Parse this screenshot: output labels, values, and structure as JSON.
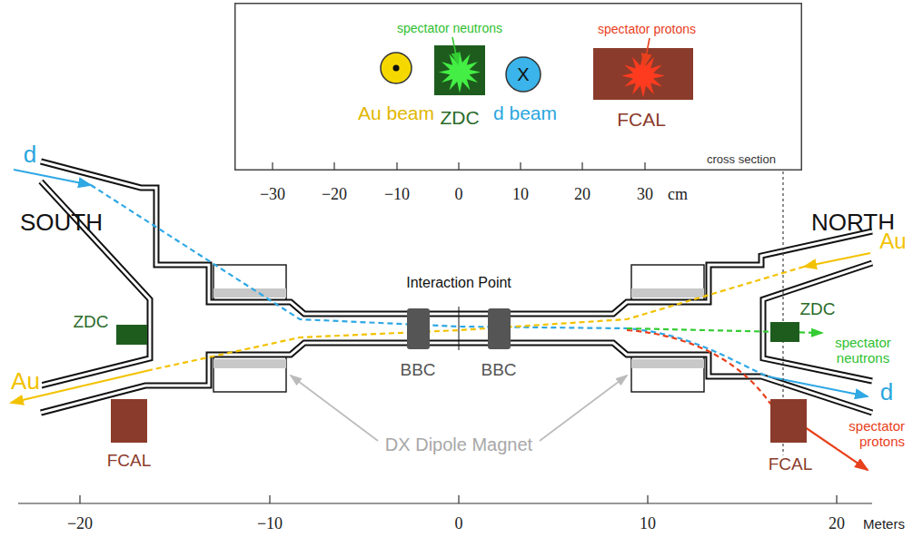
{
  "diagram": {
    "nodes": [
      {
        "text": [
          "cross section"
        ]
      },
      {
        "text": [
          "Au beam"
        ],
        "in": 0
      },
      {
        "text": [
          "spectator neutrons",
          "ZDC"
        ],
        "in": 0
      },
      {
        "text": [
          "X",
          "d beam"
        ],
        "in": 0
      },
      {
        "text": [
          "spectator protons",
          "FCAL"
        ],
        "in": 0
      },
      {
        "text": [
          "BBC"
        ]
      },
      {
        "text": [
          "BBC"
        ]
      },
      {
        "text": [
          "ZDC"
        ]
      },
      {
        "text": [
          "FCAL"
        ]
      },
      {
        "text": [
          "ZDC"
        ]
      },
      {
        "text": [
          "FCAL"
        ]
      }
    ],
    "labels": [
      "−30",
      "−20",
      "−10",
      "0",
      "10",
      "20",
      "30",
      "cm",
      "SOUTH",
      "NORTH",
      "d",
      "Au",
      "Au",
      "d",
      "Interaction Point",
      "spectator neutrons",
      "spectator protons",
      "DX Dipole Magnet",
      "−20",
      "−10",
      "0",
      "10",
      "20",
      "Meters"
    ]
  }
}
